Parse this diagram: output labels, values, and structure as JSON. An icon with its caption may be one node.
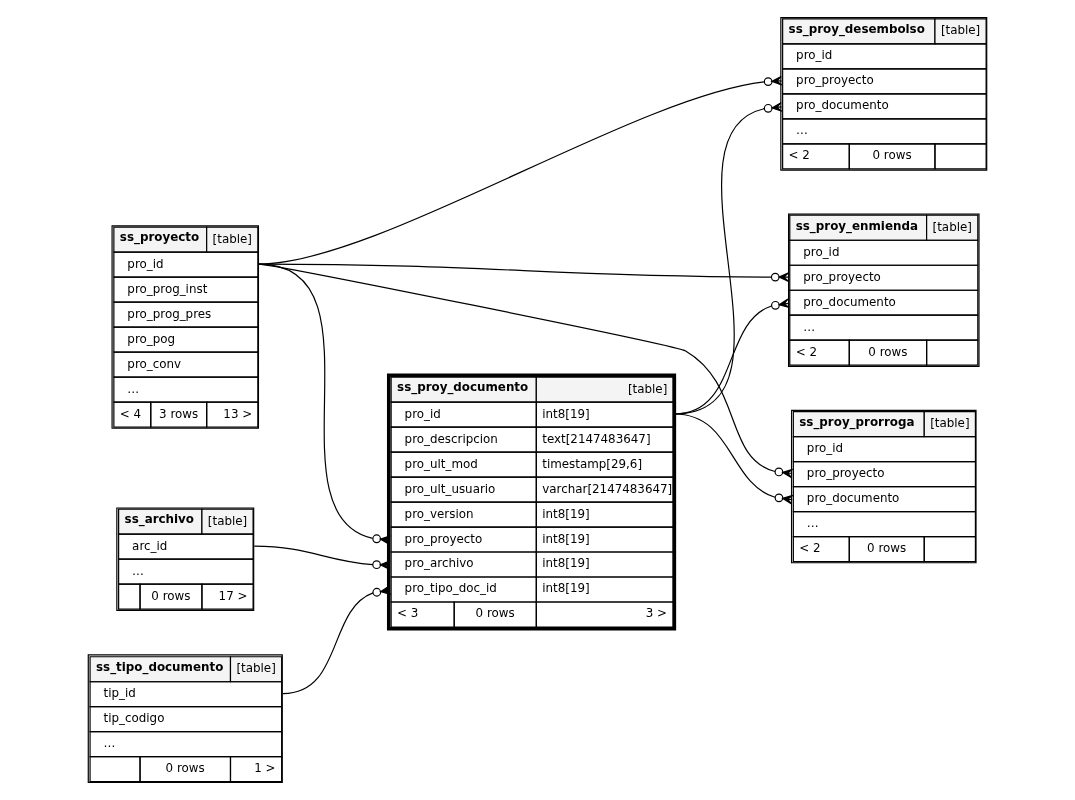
{
  "diagram": {
    "nodes": [
      {
        "text": [
          "ss_proy_desembolso",
          "[table]",
          "pro_id",
          "pro_proyecto",
          "pro_documento",
          "…",
          "< 2",
          "0 rows"
        ]
      },
      {
        "text": [
          "ss_proyecto",
          "[table]",
          "pro_id",
          "pro_prog_inst",
          "pro_prog_pres",
          "pro_pog",
          "pro_conv",
          "…",
          "< 4",
          "3 rows",
          "13 >"
        ]
      },
      {
        "text": [
          "ss_proy_enmienda",
          "[table]",
          "pro_id",
          "pro_proyecto",
          "pro_documento",
          "…",
          "< 2",
          "0 rows"
        ]
      },
      {
        "text": [
          "ss_proy_documento",
          "[table]",
          "pro_id",
          "int8[19]",
          "pro_descripcion",
          "text[2147483647]",
          "pro_ult_mod",
          "timestamp[29,6]",
          "pro_ult_usuario",
          "varchar[2147483647]",
          "pro_version",
          "int8[19]",
          "pro_proyecto",
          "int8[19]",
          "pro_archivo",
          "int8[19]",
          "pro_tipo_doc_id",
          "int8[19]",
          "< 3",
          "0 rows",
          "3 >"
        ]
      },
      {
        "text": [
          "ss_proy_prorroga",
          "[table]",
          "pro_id",
          "pro_proyecto",
          "pro_documento",
          "…",
          "< 2",
          "0 rows"
        ]
      },
      {
        "text": [
          "ss_archivo",
          "[table]",
          "arc_id",
          "…",
          "0 rows",
          "17 >"
        ]
      },
      {
        "text": [
          "ss_tipo_documento",
          "[table]",
          "tip_id",
          "tip_codigo",
          "…",
          "0 rows",
          "1 >"
        ]
      }
    ],
    "edges": [
      {
        "from": 1,
        "to": 0,
        "arrow": "other"
      },
      {
        "from": 1,
        "to": 2,
        "arrow": "other"
      },
      {
        "from": 1,
        "to": 4,
        "arrow": "other"
      },
      {
        "from": 1,
        "to": 3,
        "arrow": "other"
      },
      {
        "from": 3,
        "to": 0,
        "arrow": "other"
      },
      {
        "from": 3,
        "to": 2,
        "arrow": "other"
      },
      {
        "from": 3,
        "to": 4,
        "arrow": "other"
      },
      {
        "from": 5,
        "to": 3,
        "arrow": "other"
      },
      {
        "from": 6,
        "to": 3,
        "arrow": "other"
      }
    ]
  }
}
